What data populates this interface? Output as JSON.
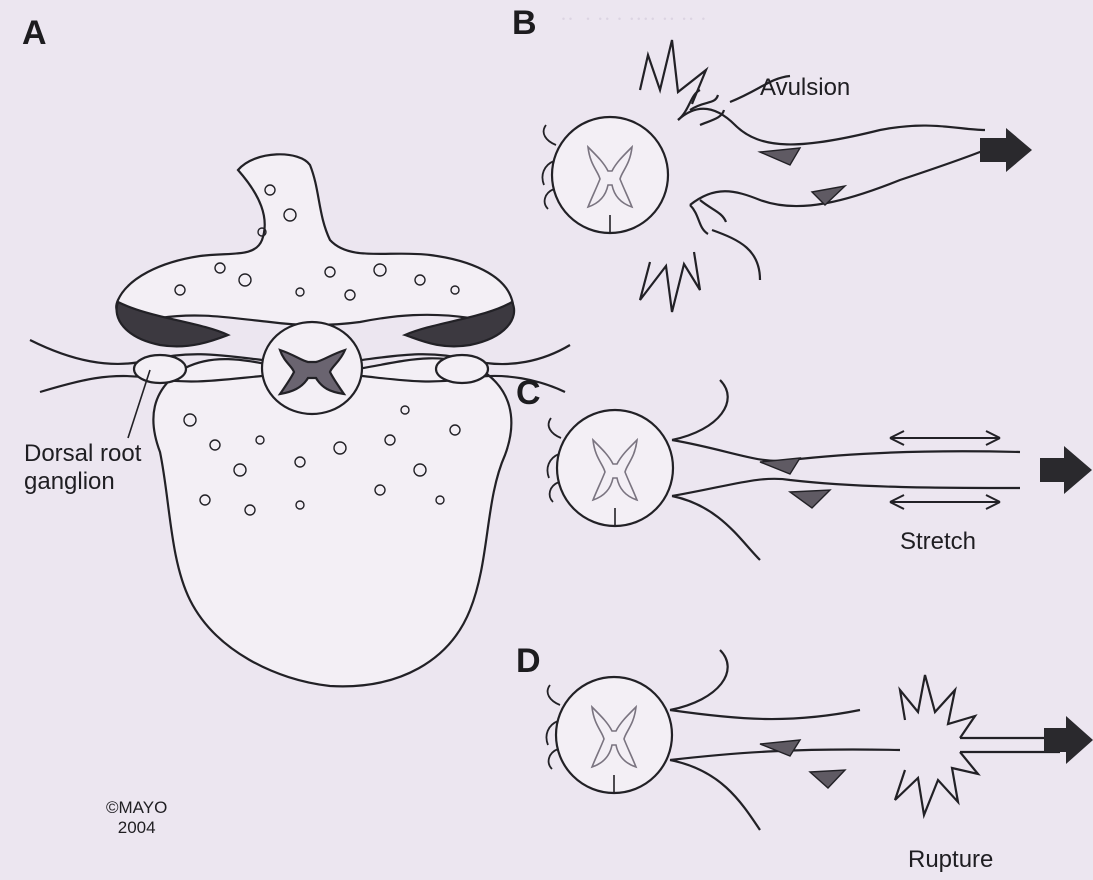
{
  "panels": {
    "a": {
      "letter": "A",
      "label_line1": "Dorsal root",
      "label_line2": "ganglion"
    },
    "b": {
      "letter": "B",
      "label": "Avulsion"
    },
    "c": {
      "letter": "C",
      "label": "Stretch"
    },
    "d": {
      "letter": "D",
      "label": "Rupture"
    }
  },
  "copyright": {
    "line1": "©MAYO",
    "line2": "2004"
  },
  "colors": {
    "background": "#ece6f0",
    "ink": "#222126",
    "shade": "#5f5a63",
    "bone_fill": "#f3eff5"
  }
}
